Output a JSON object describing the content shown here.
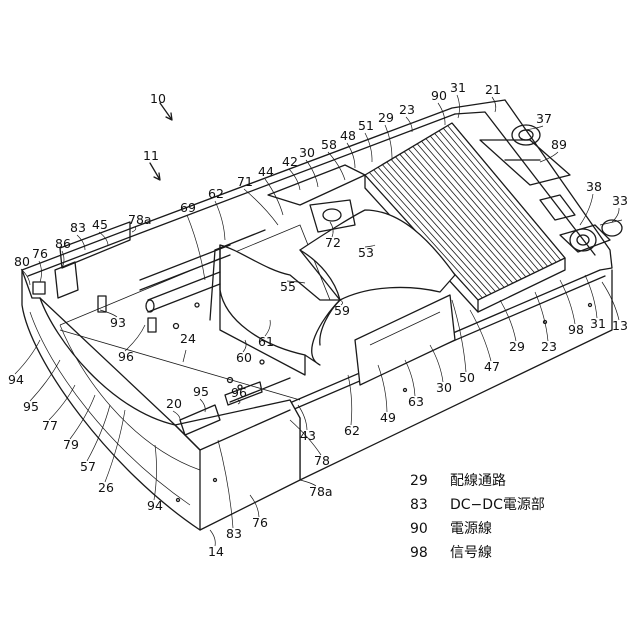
{
  "figure": {
    "assembly_label": "10",
    "housing_label": "11",
    "legend": [
      {
        "number": "29",
        "text": "配線通路"
      },
      {
        "number": "83",
        "text": "DC−DC電源部"
      },
      {
        "number": "90",
        "text": "電源線"
      },
      {
        "number": "98",
        "text": "信号線"
      }
    ],
    "reference_labels": [
      "10",
      "11",
      "90",
      "31",
      "21",
      "29",
      "23",
      "37",
      "51",
      "48",
      "58",
      "30",
      "42",
      "44",
      "71",
      "69",
      "62",
      "83",
      "45",
      "78a",
      "76",
      "86",
      "80",
      "89",
      "38",
      "33",
      "72",
      "53",
      "55",
      "59",
      "61",
      "60",
      "24",
      "96",
      "93",
      "94",
      "95",
      "77",
      "79",
      "57",
      "26",
      "20",
      "43",
      "78",
      "49",
      "63",
      "50",
      "47",
      "98",
      "13",
      "14"
    ]
  }
}
